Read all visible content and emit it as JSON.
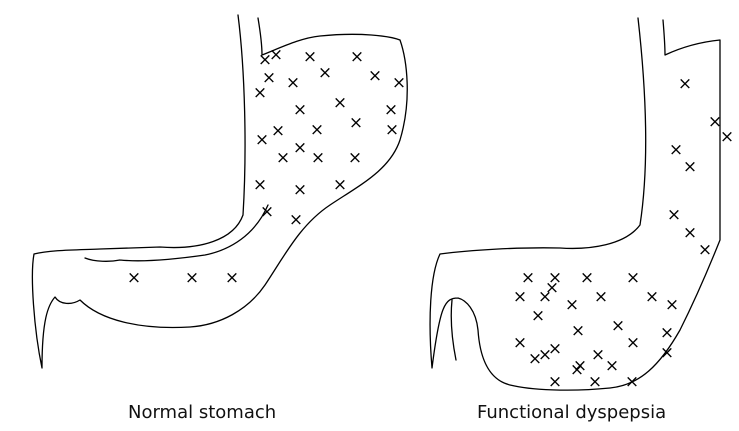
{
  "panels": [
    {
      "id": "normal",
      "caption": "Normal stomach",
      "marker": "×"
    },
    {
      "id": "dyspepsia",
      "caption": "Functional dyspepsia",
      "marker": "×"
    }
  ]
}
